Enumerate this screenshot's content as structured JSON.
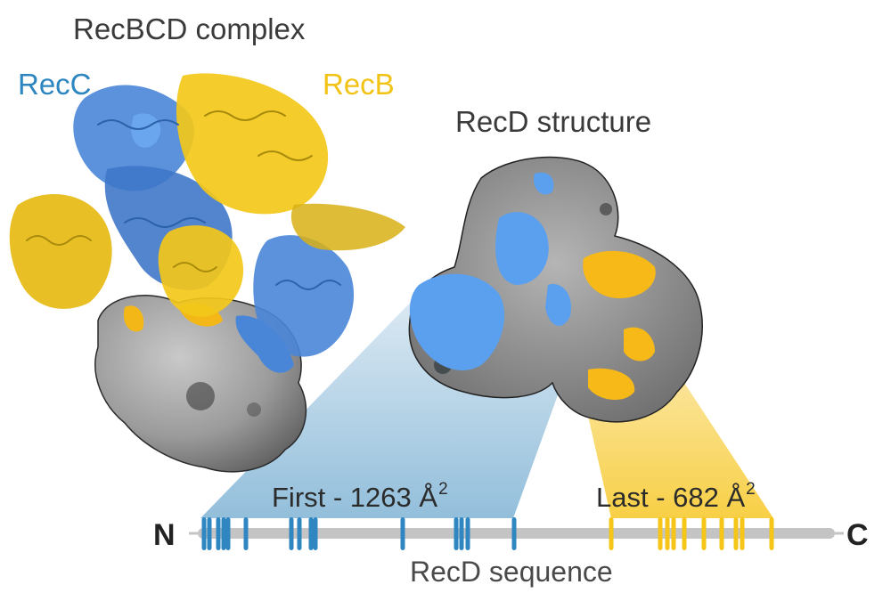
{
  "complex": {
    "title": "RecBCD complex",
    "chain_labels": {
      "recc": "RecC",
      "recb": "RecB"
    },
    "colors": {
      "recc": "#4a86d8",
      "recb": "#f3c81a",
      "recd": "#9a9a9a"
    }
  },
  "structure": {
    "title": "RecD structure",
    "colors": {
      "surface": "#8c8c8c",
      "blue_patch": "#5aa0ef",
      "yellow_patch": "#f7b917"
    }
  },
  "sequence": {
    "label": "RecD sequence",
    "n_terminus": "N",
    "c_terminus": "C",
    "bar_color": "#c4c4c4",
    "first_region": {
      "label": "First - 1263 Å",
      "superscript": "2",
      "color": "#2f86c0",
      "ticks_x": [
        229,
        235,
        245,
        251,
        256,
        276,
        327,
        336,
        349,
        354,
        452,
        512,
        518,
        525,
        577
      ]
    },
    "last_region": {
      "label": "Last - 682 Å",
      "superscript": "2",
      "color": "#f5c518",
      "ticks_x": [
        686,
        741,
        749,
        756,
        768,
        790,
        810,
        826,
        833,
        866
      ]
    }
  }
}
